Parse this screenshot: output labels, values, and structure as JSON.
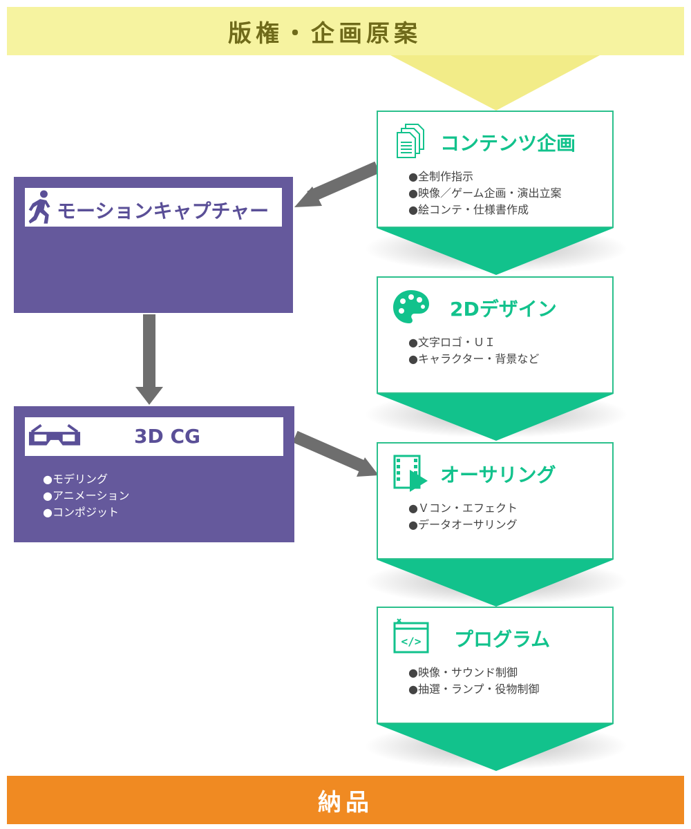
{
  "top_banner": {
    "title": "版権・企画原案"
  },
  "bottom_banner": {
    "title": "納品"
  },
  "steps": [
    {
      "title": "コンテンツ企画",
      "icon": "documents-icon",
      "items": [
        "●全制作指示",
        "●映像／ゲーム企画・演出立案",
        "●絵コンテ・仕様書作成"
      ]
    },
    {
      "title": "2Dデザイン",
      "icon": "palette-icon",
      "items": [
        "●文字ロゴ・ＵＩ",
        "●キャラクター・背景など"
      ]
    },
    {
      "title": "オーサリング",
      "icon": "film-play-icon",
      "items": [
        "●Ｖコン・エフェクト",
        "●データオーサリング"
      ]
    },
    {
      "title": "プログラム",
      "icon": "code-window-icon",
      "items": [
        "●映像・サウンド制御",
        "●抽選・ランプ・役物制御"
      ]
    }
  ],
  "motion_capture": {
    "title": "モーションキャプチャー",
    "icon": "running-person-icon"
  },
  "cg3d": {
    "title": "3D CG",
    "icon": "3d-glasses-icon",
    "items": [
      "●モデリング",
      "●アニメーション",
      "●コンポジット"
    ]
  },
  "colors": {
    "top_banner": "#f6f3a0",
    "top_text": "#6f6a1a",
    "bottom_banner": "#f08a22",
    "step_green": "#12c28c",
    "purple": "#65599c",
    "arrow_gray": "#6e6e6e"
  }
}
